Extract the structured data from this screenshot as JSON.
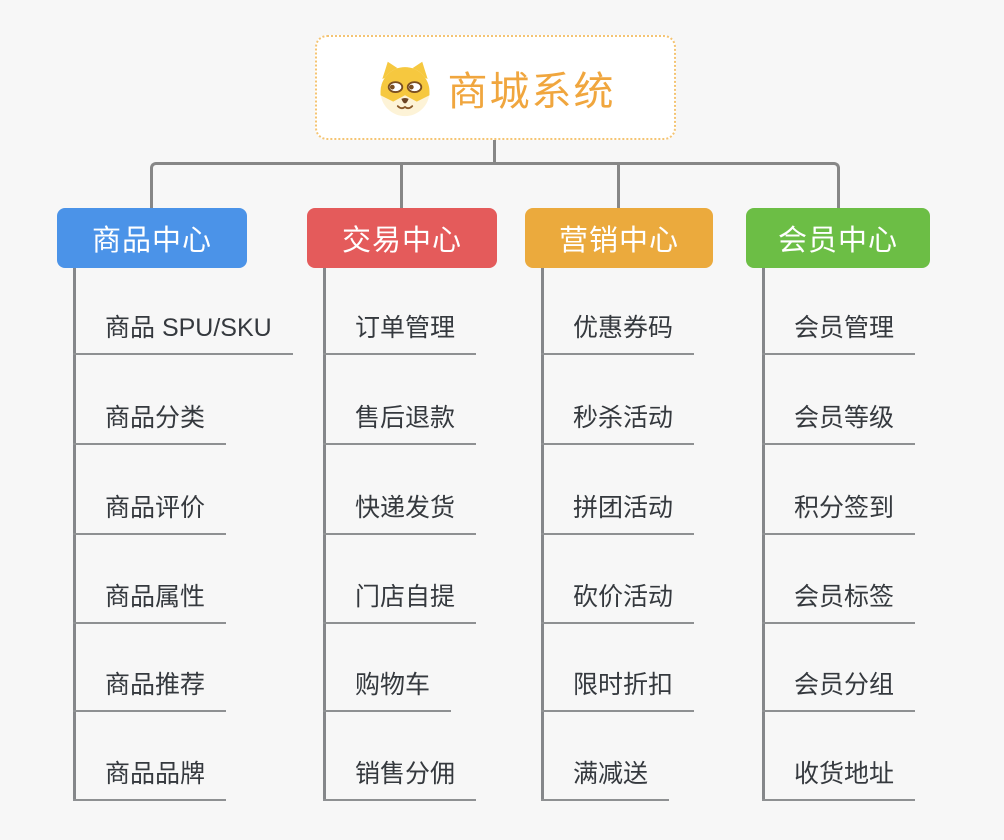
{
  "root": {
    "title": "商城系统",
    "icon": "dog-icon"
  },
  "branches": [
    {
      "label": "商品中心",
      "color": "#4B93E8",
      "children": [
        "商品 SPU/SKU",
        "商品分类",
        "商品评价",
        "商品属性",
        "商品推荐",
        "商品品牌"
      ]
    },
    {
      "label": "交易中心",
      "color": "#E45B5B",
      "children": [
        "订单管理",
        "售后退款",
        "快递发货",
        "门店自提",
        "购物车",
        "销售分佣"
      ]
    },
    {
      "label": "营销中心",
      "color": "#EBAA3D",
      "children": [
        "优惠券码",
        "秒杀活动",
        "拼团活动",
        "砍价活动",
        "限时折扣",
        "满减送"
      ]
    },
    {
      "label": "会员中心",
      "color": "#6CBE45",
      "children": [
        "会员管理",
        "会员等级",
        "积分签到",
        "会员标签",
        "会员分组",
        "收货地址"
      ]
    }
  ],
  "colors": {
    "background": "#F7F7F7",
    "connector": "#878787",
    "leaf_underline": "#8E9092",
    "leaf_text": "#35393E",
    "node_text": "#FFFFFF",
    "root_text": "#F0A63E",
    "root_border": "#F4C473",
    "root_background": "#FFFFFF"
  }
}
